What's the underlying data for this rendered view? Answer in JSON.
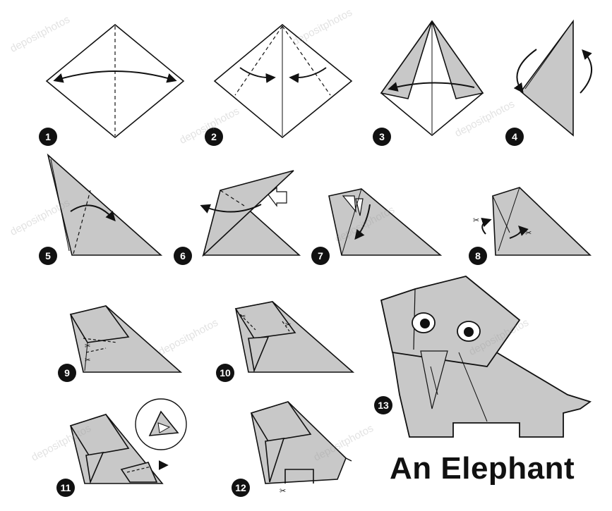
{
  "title": "An Elephant",
  "watermark": "depositphotos",
  "colors": {
    "paper": "#c8c8c8",
    "line": "#111111",
    "background": "#ffffff"
  },
  "steps": [
    "1",
    "2",
    "3",
    "4",
    "5",
    "6",
    "7",
    "8",
    "9",
    "10",
    "11",
    "12",
    "13"
  ]
}
